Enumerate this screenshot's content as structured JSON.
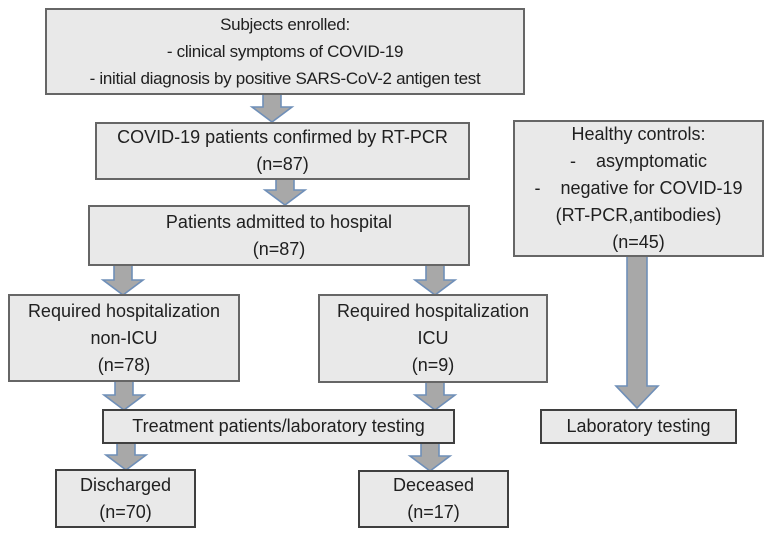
{
  "palette": {
    "background": "#ffffff",
    "box_fill": "#e9e9e9",
    "box_border": "#666666",
    "box_border_dark": "#3f3f3f",
    "arrow_fill": "#a8a8a8",
    "arrow_stroke": "#6f8fb8",
    "text": "#202020"
  },
  "boxes": {
    "subjects": {
      "lines": [
        "Subjects enrolled:",
        "- clinical symptoms of COVID-19",
        "- initial diagnosis by positive SARS-CoV-2 antigen test"
      ]
    },
    "confirmed": {
      "lines": [
        "COVID-19 patients confirmed by RT-PCR",
        "(n=87)"
      ]
    },
    "healthy": {
      "lines": [
        "Healthy controls:",
        "-    asymptomatic",
        "-    negative for COVID-19",
        "(RT-PCR,antibodies)",
        "(n=45)"
      ]
    },
    "admitted": {
      "lines": [
        "Patients admitted to hospital",
        "(n=87)"
      ]
    },
    "non_icu": {
      "lines": [
        "Required hospitalization",
        "non-ICU",
        "(n=78)"
      ]
    },
    "icu": {
      "lines": [
        "Required hospitalization",
        "ICU",
        "(n=9)"
      ]
    },
    "treatment": {
      "lines": [
        "Treatment patients/laboratory testing"
      ]
    },
    "lab_testing": {
      "lines": [
        "Laboratory testing"
      ]
    },
    "discharged": {
      "lines": [
        "Discharged",
        "(n=70)"
      ]
    },
    "deceased": {
      "lines": [
        "Deceased",
        "(n=17)"
      ]
    }
  },
  "arrows": [
    {
      "from": "subjects",
      "to": "confirmed"
    },
    {
      "from": "confirmed",
      "to": "admitted"
    },
    {
      "from": "admitted",
      "to": "non_icu"
    },
    {
      "from": "admitted",
      "to": "icu"
    },
    {
      "from": "non_icu",
      "to": "treatment"
    },
    {
      "from": "icu",
      "to": "treatment"
    },
    {
      "from": "treatment",
      "to": "discharged"
    },
    {
      "from": "treatment",
      "to": "deceased"
    },
    {
      "from": "healthy",
      "to": "lab_testing"
    }
  ]
}
